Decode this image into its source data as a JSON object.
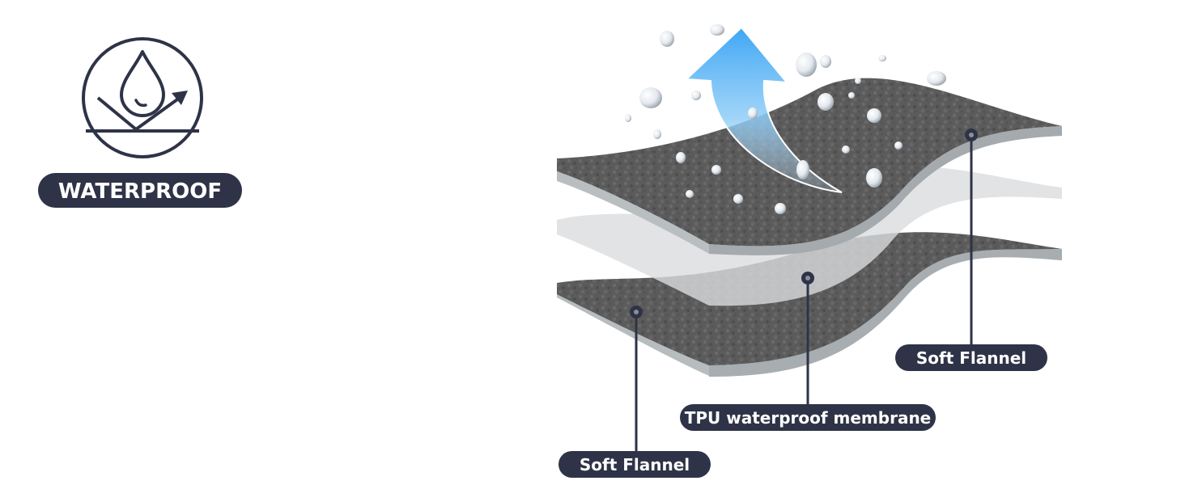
{
  "badge": {
    "label": "WATERPROOF",
    "icon": "water-drop-repel-icon"
  },
  "layers": [
    {
      "label": "Soft Flannel"
    },
    {
      "label": "TPU waterproof membrane"
    },
    {
      "label": "Soft Flannel"
    }
  ],
  "colors": {
    "navy": "#2e3347",
    "flannel": "#5a5a5a",
    "membrane": "#d2d6d8",
    "arrow_blue": "#4aa8f0"
  }
}
